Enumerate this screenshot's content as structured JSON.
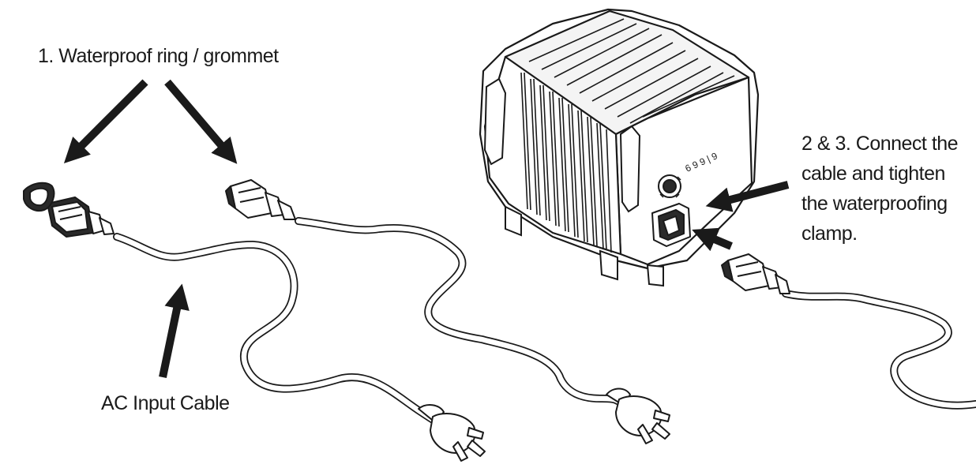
{
  "labels": {
    "grommet": "1. Waterproof ring / grommet",
    "ac_input": "AC Input Cable",
    "connect_lines": [
      "2 & 3. Connect the",
      "cable and tighten",
      "the waterproofing",
      "clamp."
    ]
  },
  "colors": {
    "ink": "#1a1a1a",
    "background": "#ffffff"
  }
}
